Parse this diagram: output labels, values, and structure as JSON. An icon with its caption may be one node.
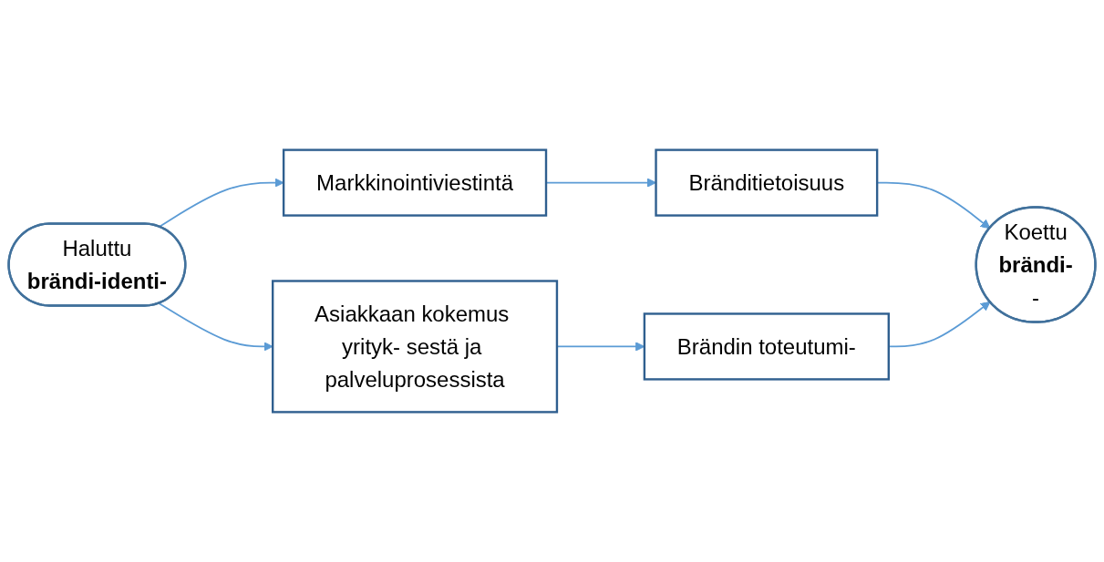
{
  "diagram": {
    "nodes": [
      {
        "text": [
          "Bränditietoisuus"
        ]
      },
      {
        "text": [
          "Markkinointiviestintä"
        ]
      },
      {
        "text": [
          "Haluttu",
          "brändi-identi-"
        ]
      },
      {
        "text": [
          "Koettu",
          "brändi-",
          "-"
        ]
      },
      {
        "text": [
          "Asiakkaan kokemus yrityk- sestä ja palveluprosessista"
        ]
      },
      {
        "text": [
          "Brändin toteutumi-"
        ]
      }
    ],
    "edges": [
      {
        "from": 2,
        "to": 1,
        "arrow": "to"
      },
      {
        "from": 1,
        "to": 0,
        "arrow": "to"
      },
      {
        "from": 0,
        "to": 3,
        "arrow": "to"
      },
      {
        "from": 2,
        "to": 4,
        "arrow": "to"
      },
      {
        "from": 4,
        "to": 5,
        "arrow": "to"
      },
      {
        "from": 5,
        "to": 3,
        "arrow": "to"
      }
    ]
  }
}
